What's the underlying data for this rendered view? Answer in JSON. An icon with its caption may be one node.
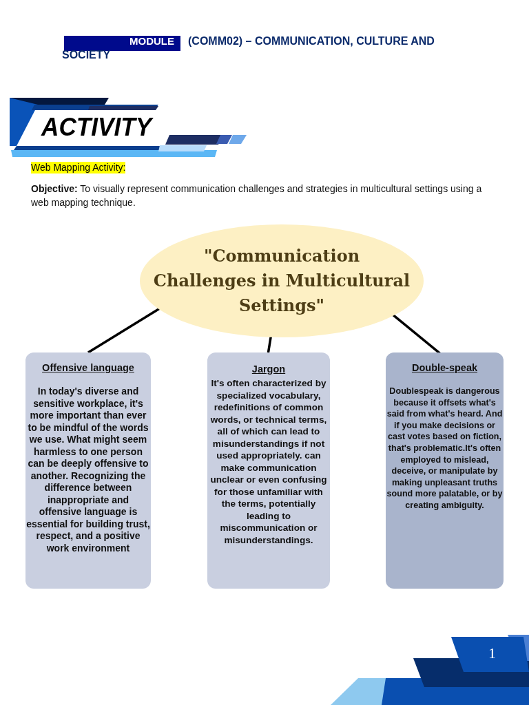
{
  "diagram": {
    "title": "(COMM02) – COMMUNICATION, CULTURE AND SOCIETY",
    "nodes": [
      {
        "text": [
          "\"Communication Challenges in Multicultural Settings\""
        ]
      },
      {
        "text": [
          "Offensive language",
          "In today's diverse and sensitive workplace, it's more important than ever to be mindful of the words we use. What might seem harmless to one person can be deeply offensive to another. Recognizing the difference between inappropriate and offensive language is essential for building trust, respect, and a positive work environment"
        ]
      },
      {
        "text": [
          "Jargon",
          "It's often characterized by specialized vocabulary, redefinitions of common words, or technical terms, all of which can lead to misunderstandings if not used appropriately. can make communication unclear or even confusing for those unfamiliar with the terms, potentially leading to miscommunication or misunderstandings."
        ]
      },
      {
        "text": [
          "Double-speak",
          "Doublespeak is dangerous because it offsets what's said from what's heard. And if you make decisions or cast votes based on fiction, that's problematic.It's often employed to mislead, deceive, or manipulate by making unpleasant truths sound more palatable, or by creating ambiguity."
        ]
      }
    ],
    "edges": [
      {
        "from": 0,
        "to": 1,
        "arrow": "none"
      },
      {
        "from": 0,
        "to": 2,
        "arrow": "none"
      },
      {
        "from": 0,
        "to": 3,
        "arrow": "none"
      }
    ],
    "labels": [
      "MODULE",
      "ACTIVITY",
      "Web Mapping Activity:",
      "**Objective:** To visually represent communication challenges and strategies in multicultural settings using a web mapping technique.",
      "1"
    ]
  }
}
